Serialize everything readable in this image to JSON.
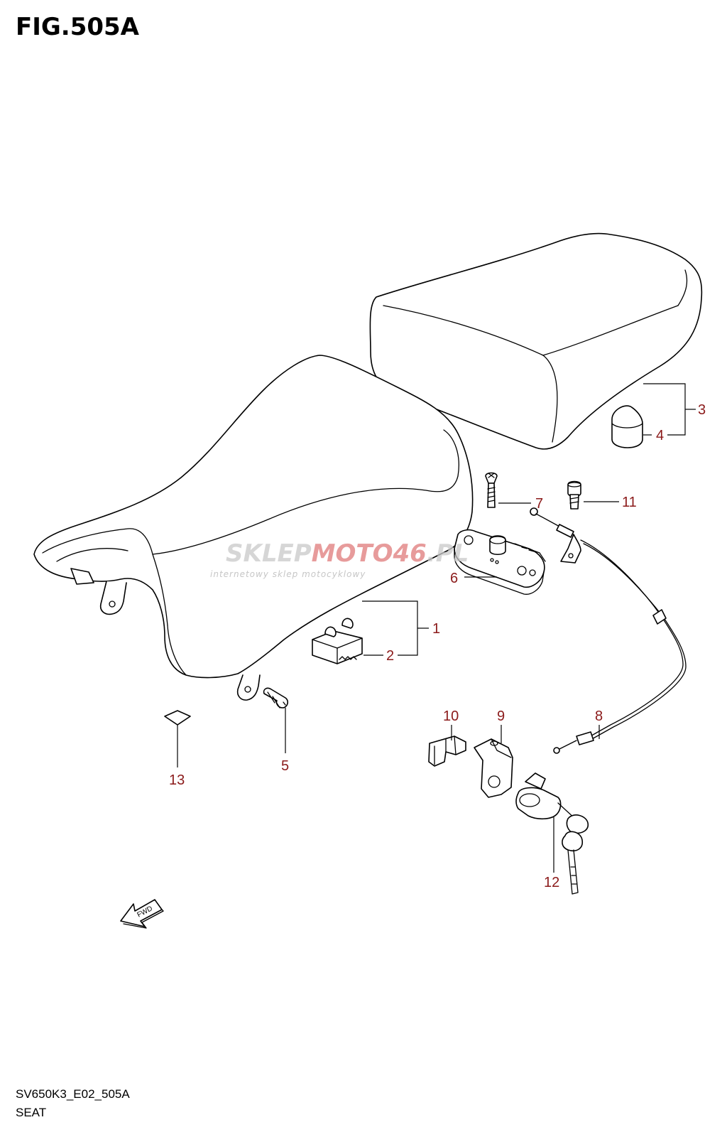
{
  "figure": {
    "title": "FIG.505A",
    "code": "SV650K3_E02_505A",
    "name": "SEAT"
  },
  "watermark": {
    "brand_a": "SKLEP",
    "brand_b": "MOTO",
    "brand_c": "46",
    "brand_d": ".PL",
    "tagline": "internetowy sklep motocyklowy"
  },
  "fwd_label": "FWD",
  "callouts": [
    {
      "id": "c1",
      "label": "1"
    },
    {
      "id": "c2",
      "label": "2"
    },
    {
      "id": "c3",
      "label": "3"
    },
    {
      "id": "c4",
      "label": "4"
    },
    {
      "id": "c5",
      "label": "5"
    },
    {
      "id": "c6",
      "label": "6"
    },
    {
      "id": "c7",
      "label": "7"
    },
    {
      "id": "c8",
      "label": "8"
    },
    {
      "id": "c9",
      "label": "9"
    },
    {
      "id": "c10",
      "label": "10"
    },
    {
      "id": "c11",
      "label": "11"
    },
    {
      "id": "c12",
      "label": "12"
    },
    {
      "id": "c13",
      "label": "13"
    }
  ],
  "colors": {
    "callout": "#8b1a1a",
    "watermark_red": "#e07a7a",
    "line": "#000000"
  }
}
